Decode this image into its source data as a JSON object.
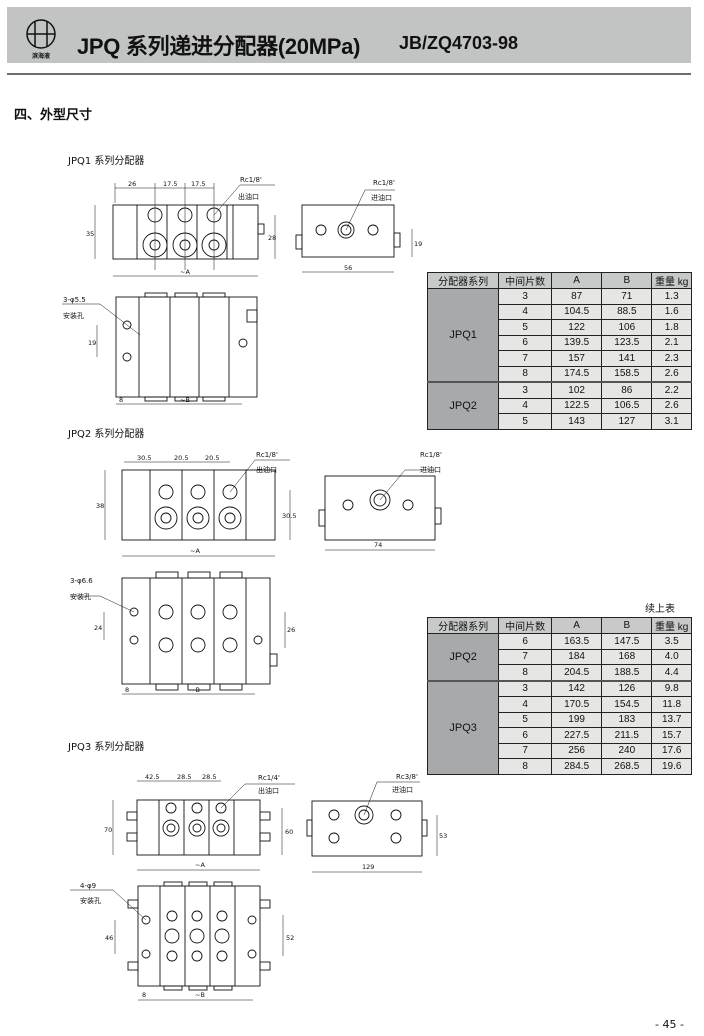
{
  "header": {
    "logo_text": "滨海液",
    "title": "JPQ 系列递进分配器(20MPa)",
    "standard": "JB/ZQ4703-98"
  },
  "section_title": "四、外型尺寸",
  "drawings": {
    "jpq1": {
      "caption": "JPQ1 系列分配器",
      "dims": [
        "26",
        "17.5",
        "17.5",
        "35",
        "28",
        "~A",
        "56",
        "19",
        "19",
        "8",
        "~B"
      ],
      "outlet_thread": "Rc1/8'",
      "outlet_label": "出油口",
      "inlet_thread": "Rc1/8'",
      "inlet_label": "进油口",
      "mount_hole": "3-φ5.5",
      "mount_label": "安装孔"
    },
    "jpq2": {
      "caption": "JPQ2 系列分配器",
      "dims": [
        "30.5",
        "20.5",
        "20.5",
        "38",
        "30.5",
        "~A",
        "74",
        "24",
        "26",
        "8",
        "~B"
      ],
      "outlet_thread": "Rc1/8'",
      "outlet_label": "出油口",
      "inlet_thread": "Rc1/8'",
      "inlet_label": "进油口",
      "mount_hole": "3-φ6.6",
      "mount_label": "安装孔"
    },
    "jpq3": {
      "caption": "JPQ3 系列分配器",
      "dims": [
        "42.5",
        "28.5",
        "28.5",
        "70",
        "60",
        "~A",
        "129",
        "53",
        "46",
        "52",
        "8",
        "~B"
      ],
      "outlet_thread": "Rc1/4'",
      "outlet_label": "出油口",
      "inlet_thread": "Rc3/8'",
      "inlet_label": "进油口",
      "mount_hole": "4-φ9",
      "mount_label": "安装孔"
    }
  },
  "table1": {
    "headers": [
      "分配器系列",
      "中间片数",
      "A",
      "B",
      "重量 kg"
    ],
    "groups": [
      {
        "series": "JPQ1",
        "rows": [
          [
            "3",
            "87",
            "71",
            "1.3"
          ],
          [
            "4",
            "104.5",
            "88.5",
            "1.6"
          ],
          [
            "5",
            "122",
            "106",
            "1.8"
          ],
          [
            "6",
            "139.5",
            "123.5",
            "2.1"
          ],
          [
            "7",
            "157",
            "141",
            "2.3"
          ],
          [
            "8",
            "174.5",
            "158.5",
            "2.6"
          ]
        ]
      },
      {
        "series": "JPQ2",
        "rows": [
          [
            "3",
            "102",
            "86",
            "2.2"
          ],
          [
            "4",
            "122.5",
            "106.5",
            "2.6"
          ],
          [
            "5",
            "143",
            "127",
            "3.1"
          ]
        ]
      }
    ]
  },
  "table2": {
    "continued": "续上表",
    "headers": [
      "分配器系列",
      "中间片数",
      "A",
      "B",
      "重量 kg"
    ],
    "groups": [
      {
        "series": "JPQ2",
        "rows": [
          [
            "6",
            "163.5",
            "147.5",
            "3.5"
          ],
          [
            "7",
            "184",
            "168",
            "4.0"
          ],
          [
            "8",
            "204.5",
            "188.5",
            "4.4"
          ]
        ]
      },
      {
        "series": "JPQ3",
        "rows": [
          [
            "3",
            "142",
            "126",
            "9.8"
          ],
          [
            "4",
            "170.5",
            "154.5",
            "11.8"
          ],
          [
            "5",
            "199",
            "183",
            "13.7"
          ],
          [
            "6",
            "227.5",
            "211.5",
            "15.7"
          ],
          [
            "7",
            "256",
            "240",
            "17.6"
          ],
          [
            "8",
            "284.5",
            "268.5",
            "19.6"
          ]
        ]
      }
    ]
  },
  "page_number": "- 45 -"
}
